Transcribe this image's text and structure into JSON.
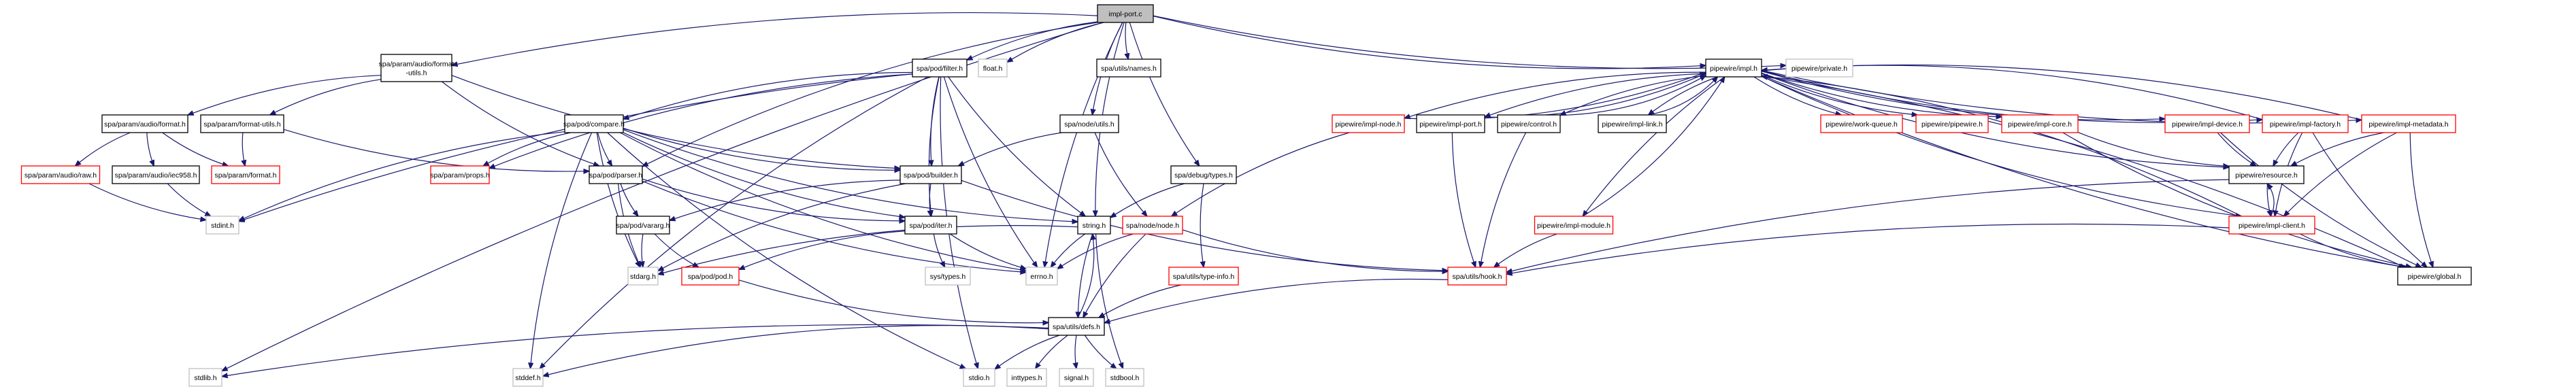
{
  "title": "impl-port.c include dependency graph",
  "colors": {
    "edge": "#191970",
    "root_fill": "#bfbfbf",
    "normal_border": "#000000",
    "missing_border": "#ff0000",
    "system_border": "#bfbfbf"
  },
  "nodes": [
    {
      "id": "impl_port_c",
      "label": [
        "impl-port.c"
      ],
      "kind": "root"
    },
    {
      "id": "audio_format_utils",
      "label": [
        "spa/param/audio/format",
        "-utils.h"
      ],
      "kind": "normal"
    },
    {
      "id": "pod_filter",
      "label": [
        "spa/pod/filter.h"
      ],
      "kind": "normal"
    },
    {
      "id": "float_h",
      "label": [
        "float.h"
      ],
      "kind": "system"
    },
    {
      "id": "utils_names",
      "label": [
        "spa/utils/names.h"
      ],
      "kind": "normal"
    },
    {
      "id": "pw_impl",
      "label": [
        "pipewire/impl.h"
      ],
      "kind": "normal"
    },
    {
      "id": "pw_private",
      "label": [
        "pipewire/private.h"
      ],
      "kind": "system"
    },
    {
      "id": "audio_format",
      "label": [
        "spa/param/audio/format.h"
      ],
      "kind": "normal"
    },
    {
      "id": "format_utils",
      "label": [
        "spa/param/format-utils.h"
      ],
      "kind": "normal"
    },
    {
      "id": "pod_compare",
      "label": [
        "spa/pod/compare.h"
      ],
      "kind": "normal"
    },
    {
      "id": "node_utils",
      "label": [
        "spa/node/utils.h"
      ],
      "kind": "normal"
    },
    {
      "id": "pw_impl_node",
      "label": [
        "pipewire/impl-node.h"
      ],
      "kind": "missing"
    },
    {
      "id": "pw_impl_port",
      "label": [
        "pipewire/impl-port.h"
      ],
      "kind": "normal"
    },
    {
      "id": "pw_control",
      "label": [
        "pipewire/control.h"
      ],
      "kind": "normal"
    },
    {
      "id": "pw_impl_link",
      "label": [
        "pipewire/impl-link.h"
      ],
      "kind": "normal"
    },
    {
      "id": "pw_work_queue",
      "label": [
        "pipewire/work-queue.h"
      ],
      "kind": "missing"
    },
    {
      "id": "pw_pipewire",
      "label": [
        "pipewire/pipewire.h"
      ],
      "kind": "missing"
    },
    {
      "id": "pw_impl_core",
      "label": [
        "pipewire/impl-core.h"
      ],
      "kind": "missing"
    },
    {
      "id": "pw_impl_device",
      "label": [
        "pipewire/impl-device.h"
      ],
      "kind": "missing"
    },
    {
      "id": "pw_impl_factory",
      "label": [
        "pipewire/impl-factory.h"
      ],
      "kind": "missing"
    },
    {
      "id": "pw_impl_metadata",
      "label": [
        "pipewire/impl-metadata.h"
      ],
      "kind": "missing"
    },
    {
      "id": "audio_raw",
      "label": [
        "spa/param/audio/raw.h"
      ],
      "kind": "missing"
    },
    {
      "id": "audio_iec958",
      "label": [
        "spa/param/audio/iec958.h"
      ],
      "kind": "normal"
    },
    {
      "id": "param_format",
      "label": [
        "spa/param/format.h"
      ],
      "kind": "missing"
    },
    {
      "id": "param_props",
      "label": [
        "spa/param/props.h"
      ],
      "kind": "missing"
    },
    {
      "id": "pod_parser",
      "label": [
        "spa/pod/parser.h"
      ],
      "kind": "normal"
    },
    {
      "id": "pod_builder",
      "label": [
        "spa/pod/builder.h"
      ],
      "kind": "normal"
    },
    {
      "id": "debug_types",
      "label": [
        "spa/debug/types.h"
      ],
      "kind": "normal"
    },
    {
      "id": "pw_resource",
      "label": [
        "pipewire/resource.h"
      ],
      "kind": "normal"
    },
    {
      "id": "stdint_h",
      "label": [
        "stdint.h"
      ],
      "kind": "system"
    },
    {
      "id": "pod_vararg",
      "label": [
        "spa/pod/vararg.h"
      ],
      "kind": "normal"
    },
    {
      "id": "pod_iter",
      "label": [
        "spa/pod/iter.h"
      ],
      "kind": "normal"
    },
    {
      "id": "string_h",
      "label": [
        "string.h"
      ],
      "kind": "normal"
    },
    {
      "id": "node_node",
      "label": [
        "spa/node/node.h"
      ],
      "kind": "missing"
    },
    {
      "id": "pw_impl_module",
      "label": [
        "pipewire/impl-module.h"
      ],
      "kind": "missing"
    },
    {
      "id": "pw_impl_client",
      "label": [
        "pipewire/impl-client.h"
      ],
      "kind": "missing"
    },
    {
      "id": "stdarg_h",
      "label": [
        "stdarg.h"
      ],
      "kind": "system"
    },
    {
      "id": "pod_pod",
      "label": [
        "spa/pod/pod.h"
      ],
      "kind": "missing"
    },
    {
      "id": "sys_types",
      "label": [
        "sys/types.h"
      ],
      "kind": "system"
    },
    {
      "id": "errno_h",
      "label": [
        "errno.h"
      ],
      "kind": "system"
    },
    {
      "id": "utils_type_info",
      "label": [
        "spa/utils/type-info.h"
      ],
      "kind": "missing"
    },
    {
      "id": "utils_hook",
      "label": [
        "spa/utils/hook.h"
      ],
      "kind": "missing"
    },
    {
      "id": "pw_global",
      "label": [
        "pipewire/global.h"
      ],
      "kind": "normal"
    },
    {
      "id": "utils_defs",
      "label": [
        "spa/utils/defs.h"
      ],
      "kind": "normal"
    },
    {
      "id": "stdlib_h",
      "label": [
        "stdlib.h"
      ],
      "kind": "system"
    },
    {
      "id": "stddef_h",
      "label": [
        "stddef.h"
      ],
      "kind": "system"
    },
    {
      "id": "stdio_h",
      "label": [
        "stdio.h"
      ],
      "kind": "system"
    },
    {
      "id": "inttypes_h",
      "label": [
        "inttypes.h"
      ],
      "kind": "system"
    },
    {
      "id": "signal_h",
      "label": [
        "signal.h"
      ],
      "kind": "system"
    },
    {
      "id": "stdbool_h",
      "label": [
        "stdbool.h"
      ],
      "kind": "system"
    }
  ],
  "edges": [
    [
      "impl_port_c",
      "audio_format_utils"
    ],
    [
      "impl_port_c",
      "pod_filter"
    ],
    [
      "impl_port_c",
      "float_h"
    ],
    [
      "impl_port_c",
      "utils_names"
    ],
    [
      "impl_port_c",
      "pw_impl"
    ],
    [
      "impl_port_c",
      "pw_private"
    ],
    [
      "impl_port_c",
      "node_utils"
    ],
    [
      "impl_port_c",
      "pod_parser"
    ],
    [
      "impl_port_c",
      "string_h"
    ],
    [
      "impl_port_c",
      "errno_h"
    ],
    [
      "impl_port_c",
      "debug_types"
    ],
    [
      "impl_port_c",
      "stdlib_h"
    ],
    [
      "audio_format_utils",
      "audio_format"
    ],
    [
      "audio_format_utils",
      "format_utils"
    ],
    [
      "audio_format_utils",
      "pod_parser"
    ],
    [
      "audio_format_utils",
      "pod_builder"
    ],
    [
      "audio_format",
      "audio_raw"
    ],
    [
      "audio_format",
      "audio_iec958"
    ],
    [
      "audio_format",
      "param_format"
    ],
    [
      "format_utils",
      "param_format"
    ],
    [
      "format_utils",
      "pod_parser"
    ],
    [
      "audio_raw",
      "stdint_h"
    ],
    [
      "audio_iec958",
      "stdint_h"
    ],
    [
      "pod_filter",
      "pod_compare"
    ],
    [
      "pod_filter",
      "pod_builder"
    ],
    [
      "pod_filter",
      "param_props"
    ],
    [
      "pod_filter",
      "pod_iter"
    ],
    [
      "pod_filter",
      "stdint_h"
    ],
    [
      "pod_filter",
      "errno_h"
    ],
    [
      "pod_filter",
      "string_h"
    ],
    [
      "pod_filter",
      "stddef_h"
    ],
    [
      "pod_filter",
      "stdio_h"
    ],
    [
      "pod_compare",
      "param_props"
    ],
    [
      "pod_compare",
      "pod_parser"
    ],
    [
      "pod_compare",
      "pod_builder"
    ],
    [
      "pod_compare",
      "pod_iter"
    ],
    [
      "pod_compare",
      "stdarg_h"
    ],
    [
      "pod_compare",
      "stdint_h"
    ],
    [
      "pod_compare",
      "errno_h"
    ],
    [
      "pod_compare",
      "string_h"
    ],
    [
      "pod_compare",
      "stddef_h"
    ],
    [
      "pod_compare",
      "stdio_h"
    ],
    [
      "node_utils",
      "pod_builder"
    ],
    [
      "node_utils",
      "node_node"
    ],
    [
      "pod_parser",
      "pod_vararg"
    ],
    [
      "pod_parser",
      "pod_iter"
    ],
    [
      "pod_parser",
      "stdarg_h"
    ],
    [
      "pod_parser",
      "errno_h"
    ],
    [
      "pod_builder",
      "pod_vararg"
    ],
    [
      "pod_builder",
      "pod_iter"
    ],
    [
      "pod_builder",
      "stdarg_h"
    ],
    [
      "pod_builder",
      "utils_hook"
    ],
    [
      "pod_vararg",
      "stdarg_h"
    ],
    [
      "pod_vararg",
      "pod_pod"
    ],
    [
      "pod_iter",
      "pod_pod"
    ],
    [
      "pod_iter",
      "sys_types"
    ],
    [
      "pod_iter",
      "errno_h"
    ],
    [
      "pod_pod",
      "utils_defs"
    ],
    [
      "string_h",
      "stdarg_h"
    ],
    [
      "string_h",
      "errno_h"
    ],
    [
      "string_h",
      "utils_defs"
    ],
    [
      "string_h",
      "stdbool_h"
    ],
    [
      "node_node",
      "errno_h"
    ],
    [
      "node_node",
      "utils_defs"
    ],
    [
      "node_node",
      "utils_hook"
    ],
    [
      "debug_types",
      "string_h"
    ],
    [
      "debug_types",
      "utils_type_info"
    ],
    [
      "utils_type_info",
      "utils_defs"
    ],
    [
      "utils_hook",
      "utils_defs"
    ],
    [
      "utils_defs",
      "string_h"
    ],
    [
      "utils_defs",
      "stdlib_h"
    ],
    [
      "utils_defs",
      "stddef_h"
    ],
    [
      "utils_defs",
      "stdio_h"
    ],
    [
      "utils_defs",
      "inttypes_h"
    ],
    [
      "utils_defs",
      "signal_h"
    ],
    [
      "utils_defs",
      "stdbool_h"
    ],
    [
      "pw_impl",
      "pw_impl_node"
    ],
    [
      "pw_impl",
      "pw_impl_port"
    ],
    [
      "pw_impl",
      "pw_control"
    ],
    [
      "pw_impl",
      "pw_impl_link"
    ],
    [
      "pw_impl",
      "pw_work_queue"
    ],
    [
      "pw_impl",
      "pw_pipewire"
    ],
    [
      "pw_impl",
      "pw_impl_core"
    ],
    [
      "pw_impl",
      "pw_impl_device"
    ],
    [
      "pw_impl",
      "pw_impl_factory"
    ],
    [
      "pw_impl",
      "pw_impl_metadata"
    ],
    [
      "pw_impl",
      "pw_impl_module"
    ],
    [
      "pw_impl",
      "pw_resource"
    ],
    [
      "pw_impl",
      "pw_impl_client"
    ],
    [
      "pw_impl",
      "pw_global"
    ],
    [
      "pw_impl_node",
      "pw_impl"
    ],
    [
      "pw_impl_port",
      "pw_impl"
    ],
    [
      "pw_control",
      "pw_impl"
    ],
    [
      "pw_impl_link",
      "pw_impl"
    ],
    [
      "pw_impl_module",
      "pw_impl"
    ],
    [
      "pw_impl_client",
      "pw_impl"
    ],
    [
      "pw_global",
      "pw_impl"
    ],
    [
      "pw_impl_factory",
      "pw_impl"
    ],
    [
      "pw_impl_metadata",
      "pw_impl"
    ],
    [
      "pw_impl_node",
      "node_node"
    ],
    [
      "pw_impl_port",
      "utils_hook"
    ],
    [
      "pw_control",
      "utils_hook"
    ],
    [
      "pw_impl_module",
      "utils_hook"
    ],
    [
      "pw_impl_core",
      "pw_resource"
    ],
    [
      "pw_impl_core",
      "pw_global"
    ],
    [
      "pw_impl_device",
      "pw_resource"
    ],
    [
      "pw_impl_device",
      "pw_global"
    ],
    [
      "pw_impl_factory",
      "pw_resource"
    ],
    [
      "pw_impl_factory",
      "pw_impl_client"
    ],
    [
      "pw_impl_factory",
      "pw_global"
    ],
    [
      "pw_impl_metadata",
      "pw_resource"
    ],
    [
      "pw_impl_metadata",
      "pw_impl_client"
    ],
    [
      "pw_impl_metadata",
      "pw_global"
    ],
    [
      "pw_resource",
      "pw_impl_client"
    ],
    [
      "pw_resource",
      "utils_hook"
    ],
    [
      "pw_impl_client",
      "pw_resource"
    ],
    [
      "pw_impl_client",
      "pw_global"
    ],
    [
      "pw_impl_client",
      "utils_hook"
    ]
  ]
}
